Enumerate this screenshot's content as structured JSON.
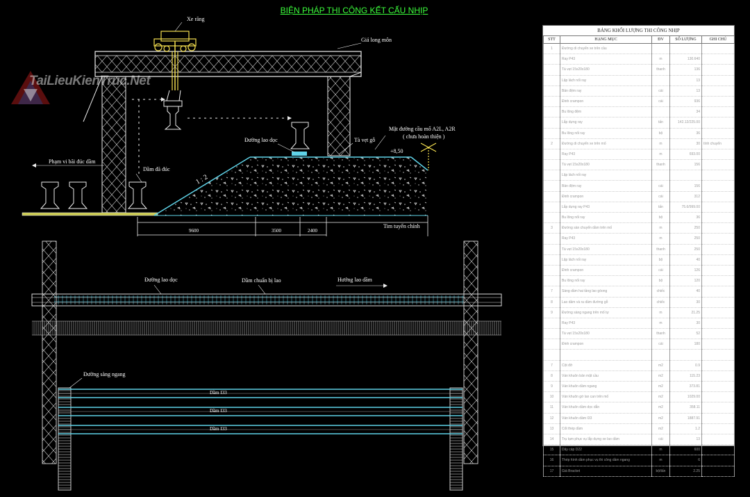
{
  "title": "BIỆN PHÁP THI CÔNG KẾT CẤU NHỊP",
  "watermark": "TaiLieuKienTruc.Net",
  "elevation": {
    "labels": {
      "crane": "Xe răng",
      "gantry": "Giá long môn",
      "casting_yard": "Phạm vi bãi đúc dầm",
      "cast_beam": "Dầm đã đúc",
      "long_track": "Đường lao dọc",
      "timber": "Tà vẹt gỗ",
      "road_surface": "Mặt đường cầu mố A2L, A2R",
      "road_note": "( chưa hoàn thiện )",
      "level": "+8,50",
      "slope": "1 : 2",
      "centerline": "Tim tuyến chính"
    },
    "dims": [
      "9600",
      "3500",
      "2400"
    ]
  },
  "plan": {
    "labels": {
      "long_track": "Đường lao dọc",
      "beam_ready": "Dầm chuẩn bị lao",
      "direction": "Hướng lao dầm",
      "cross_track": "Đường sàng ngang"
    },
    "beams": [
      "Dầm I33",
      "Dầm I33",
      "Dầm I33"
    ]
  },
  "table": {
    "title": "BẢNG KHỐI LƯỢNG THI CÔNG NHỊP",
    "headers": [
      "STT",
      "HẠNG MỤC",
      "ĐV",
      "SỐ LƯỢNG",
      "GHI CHÚ"
    ],
    "rows": [
      [
        "1",
        "Đường di chuyển xe trên cầu",
        "",
        "",
        ""
      ],
      [
        "",
        "Ray P43",
        "m",
        "130.640",
        ""
      ],
      [
        "",
        "Tà vẹt 15x20x180",
        "thanh",
        "136",
        ""
      ],
      [
        "",
        "Lập lách nối ray",
        "",
        "13",
        ""
      ],
      [
        "",
        "Bản đệm ray",
        "cái",
        "13",
        ""
      ],
      [
        "",
        "Đinh crampon",
        "cái",
        "936",
        ""
      ],
      [
        "",
        "Bu lông đệm",
        "",
        "34",
        ""
      ],
      [
        "",
        "Lắp dựng ray",
        "tấn",
        "142.12/225.00",
        ""
      ],
      [
        "",
        "Bu lông nối ray",
        "bộ",
        "36",
        ""
      ],
      [
        "2",
        "Đường di chuyển xe trên mố",
        "m",
        "30",
        "tính chuyển"
      ],
      [
        "",
        "Ray P43",
        "m",
        "693.00",
        ""
      ],
      [
        "",
        "Tà vẹt 15x20x180",
        "thanh",
        "156",
        ""
      ],
      [
        "",
        "Lập lách nối ray",
        "",
        "",
        ""
      ],
      [
        "",
        "Bản đệm ray",
        "cái",
        "156",
        ""
      ],
      [
        "",
        "Đinh crampon",
        "cái",
        "312",
        ""
      ],
      [
        "",
        "Lắp dựng ray P43",
        "tấn",
        "75.6/999.00",
        ""
      ],
      [
        "",
        "Bu lông nối ray",
        "bộ",
        "36",
        ""
      ],
      [
        "3",
        "Đường sàn chuyển dầm trên mố",
        "m",
        "250",
        ""
      ],
      [
        "",
        "Ray P43",
        "m",
        "250",
        ""
      ],
      [
        "",
        "Tà vẹt 15x20x180",
        "thanh",
        "250",
        ""
      ],
      [
        "",
        "Lập lách nối ray",
        "bộ",
        "40",
        ""
      ],
      [
        "",
        "Đinh crampon",
        "cái",
        "126",
        ""
      ],
      [
        "",
        "Bu lông nối ray",
        "bộ",
        "120",
        ""
      ],
      [
        "7",
        "Sàng dầm hai tầng lao gòong",
        "chiếc",
        "40",
        ""
      ],
      [
        "8",
        "Lao dầm và ra dầm đường gỗ",
        "chiếc",
        "30",
        ""
      ],
      [
        "9",
        "Đường sàng ngang trên mố tự",
        "m",
        "21.25",
        ""
      ],
      [
        "",
        "Ray P43",
        "m",
        "30",
        ""
      ],
      [
        "",
        "Tà vẹt 15x20x180",
        "thanh",
        "52",
        ""
      ],
      [
        "",
        "Đinh crampon",
        "cái",
        "180",
        ""
      ],
      [
        "",
        "",
        "",
        "",
        ""
      ],
      [
        "7",
        "Cột đỡ",
        "m2",
        "0.9",
        ""
      ],
      [
        "8",
        "Ván khuôn bản mặt cầu",
        "m2",
        "115.23",
        ""
      ],
      [
        "9",
        "Ván khuôn dầm ngang",
        "m2",
        "373.81",
        ""
      ],
      [
        "10",
        "Ván khuôn gờ lan can trên mố",
        "m2",
        "1029.00",
        ""
      ],
      [
        "11",
        "Ván khuôn dầm dọc dẫn",
        "m2",
        "358.11",
        ""
      ],
      [
        "12",
        "Ván khuôn dầm I33",
        "m2",
        "1887.91",
        ""
      ],
      [
        "13",
        "Cốt thép dầm",
        "m2",
        "1.2",
        ""
      ],
      [
        "14",
        "Trụ tạm phục vụ lắp dựng xe lao dầm",
        "cái",
        "13",
        ""
      ],
      [
        "15",
        "Dây cáp D22",
        "m",
        "600",
        ""
      ],
      [
        "16",
        "Thép hình dầm phục vụ thi công dầm ngang",
        "m",
        "6",
        ""
      ],
      [
        "17",
        "Giá Bracket",
        "bộ/tấn",
        "2.25",
        ""
      ]
    ]
  }
}
